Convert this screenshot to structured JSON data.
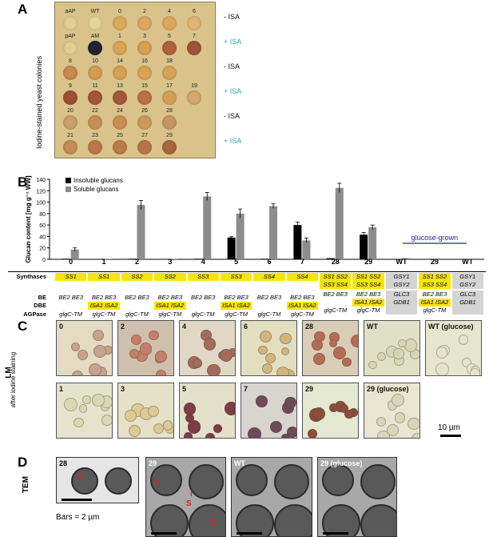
{
  "panels": {
    "a": "A",
    "b": "B",
    "c": "C",
    "d": "D"
  },
  "panel_a": {
    "ylabel": "Iodine-stained yeast colonies",
    "rows": [
      {
        "labels": [
          "aAP",
          "WT",
          "0",
          "2",
          "4",
          "6"
        ],
        "isa": "- ISA",
        "colors": [
          "#e3cf94",
          "#e8d598",
          "#d9ab5d",
          "#dba860",
          "#dda75f",
          "#dcb675"
        ]
      },
      {
        "labels": [
          "pAP",
          "AM",
          "1",
          "3",
          "5",
          "7"
        ],
        "isa": "+ ISA",
        "colors": [
          "#e3cf94",
          "#1e2530",
          "#d8a556",
          "#d6a052",
          "#b2603e",
          "#9e533f"
        ]
      },
      {
        "labels": [
          "8",
          "10",
          "14",
          "16",
          "18"
        ],
        "isa": "- ISA",
        "colors": [
          "#c58a4c",
          "#d39c50",
          "#d6a152",
          "#d7a457",
          "#d5a458"
        ]
      },
      {
        "labels": [
          "9",
          "11",
          "13",
          "15",
          "17",
          "19"
        ],
        "isa": "+ ISA",
        "colors": [
          "#9d4f34",
          "#a45537",
          "#a3573c",
          "#b87447",
          "#d2a055",
          "#d3a86a"
        ]
      },
      {
        "labels": [
          "20",
          "22",
          "24",
          "26",
          "28"
        ],
        "isa": "- ISA",
        "colors": [
          "#caa06a",
          "#c78f57",
          "#c98e52",
          "#cc9a5e",
          "#c59665"
        ]
      },
      {
        "labels": [
          "21",
          "23",
          "25",
          "27",
          "29"
        ],
        "isa": "+ ISA",
        "colors": [
          "#c48c56",
          "#b9794b",
          "#bb7b4a",
          "#b77648",
          "#a9663e"
        ]
      }
    ]
  },
  "chart_data": {
    "type": "bar",
    "ylabel": "Glucan content [mg g⁻¹ WW]",
    "ylim": [
      0,
      140
    ],
    "yticks": [
      0,
      20,
      40,
      60,
      80,
      100,
      120,
      140
    ],
    "categories": [
      "0",
      "1",
      "2",
      "3",
      "4",
      "5",
      "6",
      "7",
      "28",
      "29",
      "WT",
      "29",
      "WT"
    ],
    "series": [
      {
        "name": "Insoluble glucans",
        "color": "#000000",
        "values": [
          1,
          0.5,
          1,
          0.5,
          1,
          38,
          1,
          60,
          2,
          43,
          0.5,
          0,
          0
        ],
        "err": [
          0,
          0,
          0,
          0,
          0,
          1.5,
          0,
          5,
          0,
          4,
          0,
          0,
          0
        ]
      },
      {
        "name": "Soluble glucans",
        "color": "#8c8c8c",
        "values": [
          17,
          1,
          95,
          1,
          110,
          80,
          93,
          33,
          125,
          56,
          2,
          0,
          0
        ],
        "err": [
          3,
          0,
          8,
          0,
          7,
          8,
          4,
          4,
          8,
          4,
          0,
          0,
          0
        ]
      }
    ],
    "legend": "top-left",
    "annotation": "glucose-grown"
  },
  "table": {
    "row_labels": [
      "Synthases",
      "BE",
      "DBE",
      "AGPase"
    ],
    "columns": [
      {
        "syn": [
          "SS1"
        ],
        "be": "BE2 BE3",
        "dbe": "",
        "agp": "glgC-TM"
      },
      {
        "syn": [
          "SS1"
        ],
        "be": "BE2 BE3",
        "dbe": "ISA1 ISA2",
        "agp": "glgC-TM"
      },
      {
        "syn": [
          "SS2"
        ],
        "be": "BE2 BE3",
        "dbe": "",
        "agp": "glgC-TM"
      },
      {
        "syn": [
          "SS2"
        ],
        "be": "BE2 BE3",
        "dbe": "ISA1 ISA2",
        "agp": "glgC-TM"
      },
      {
        "syn": [
          "SS3"
        ],
        "be": "BE2 BE3",
        "dbe": "",
        "agp": "glgC-TM"
      },
      {
        "syn": [
          "SS3"
        ],
        "be": "BE2 BE3",
        "dbe": "ISA1 ISA2",
        "agp": "glgC-TM"
      },
      {
        "syn": [
          "SS4"
        ],
        "be": "BE2 BE3",
        "dbe": "",
        "agp": "glgC-TM"
      },
      {
        "syn": [
          "SS4"
        ],
        "be": "BE2 BE3",
        "dbe": "ISA1 ISA2",
        "agp": "glgC-TM"
      },
      {
        "syn": [
          "SS1 SS2",
          "SS3 SS4"
        ],
        "be": "BE2 BE3",
        "dbe": "",
        "agp": "glgC-TM"
      },
      {
        "syn": [
          "SS1 SS2",
          "SS3 SS4"
        ],
        "be": "BE2 BE3",
        "dbe": "ISA1 ISA2",
        "agp": "glgC-TM"
      },
      {
        "syn": [
          "GSY1",
          "GSY2"
        ],
        "be": "GLC3",
        "dbe": "GDB1",
        "agp": "",
        "wt": true
      },
      {
        "syn": [
          "SS1 SS2",
          "SS3 SS4"
        ],
        "be": "BE2 BE3",
        "dbe": "ISA1 ISA2",
        "agp": "glgC-TM"
      },
      {
        "syn": [
          "GSY1",
          "GSY2"
        ],
        "be": "GLC3",
        "dbe": "GDB1",
        "agp": "",
        "wt": true
      }
    ]
  },
  "panel_c": {
    "ylabel_main": "LM",
    "ylabel_sub": "after iodine staining",
    "top": [
      "0",
      "2",
      "4",
      "6",
      "28",
      "WT",
      "WT (glucose)"
    ],
    "bottom": [
      "1",
      "3",
      "5",
      "7",
      "29",
      "29 (glucose)"
    ],
    "scale": "10 µm"
  },
  "panel_d": {
    "ylabel": "TEM",
    "images": [
      "28",
      "29",
      "WT",
      "29 (glucose)"
    ],
    "marks": [
      "S",
      "S",
      "S",
      "i",
      "S"
    ],
    "bars_label": "Bars = 2 µm"
  }
}
